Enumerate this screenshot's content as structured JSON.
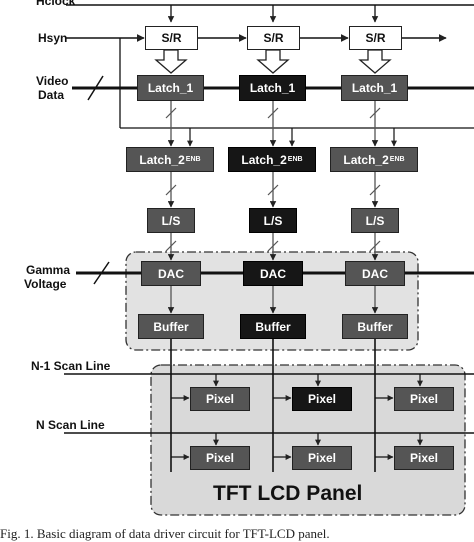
{
  "labels": {
    "hclock": "Hclock",
    "hsyn": "Hsyn",
    "video_data": [
      "Video",
      "Data"
    ],
    "gamma_voltage": [
      "Gamma",
      "Voltage"
    ],
    "n1_scan_line": "N-1 Scan Line",
    "n_scan_line": "N Scan Line"
  },
  "blocks": {
    "sr": "S/R",
    "latch1": "Latch_1",
    "latch2": "Latch_2",
    "latch2_sup": "ENB",
    "ls": "L/S",
    "dac": "DAC",
    "buffer": "Buffer",
    "pixel": "Pixel"
  },
  "panel_title": "TFT LCD Panel",
  "caption": "Fig. 1.   Basic diagram of data driver circuit for TFT-LCD panel.",
  "colors": {
    "dark_block": "#555555",
    "highlight_block": "#161616",
    "region_fill": "#e2e2e2",
    "panel_fill": "#d9d9d9"
  }
}
